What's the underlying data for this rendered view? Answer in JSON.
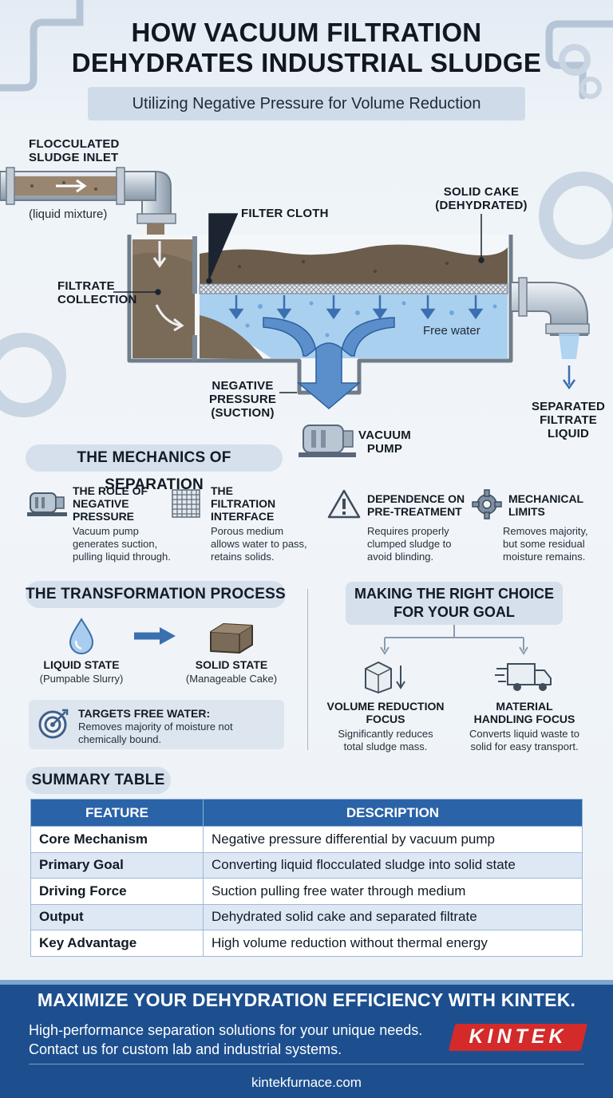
{
  "header": {
    "title_line1": "HOW VACUUM FILTRATION",
    "title_line2": "DEHYDRATES INDUSTRIAL SLUDGE",
    "subtitle": "Utilizing Negative Pressure for Volume Reduction"
  },
  "diagram": {
    "inlet_line1": "FLOCCULATED",
    "inlet_line2": "SLUDGE INLET",
    "inlet_note": "(liquid mixture)",
    "filter_cloth": "FILTER CLOTH",
    "cake_line1": "SOLID CAKE",
    "cake_line2": "(DEHYDRATED)",
    "filtrate_line1": "FILTRATE",
    "filtrate_line2": "COLLECTION",
    "free_water": "Free water",
    "negative_line1": "NEGATIVE",
    "negative_line2": "PRESSURE",
    "negative_line3": "(SUCTION)",
    "pump_line1": "VACUUM",
    "pump_line2": "PUMP",
    "separated_line1": "SEPARATED",
    "separated_line2": "FILTRATE",
    "separated_line3": "LIQUID"
  },
  "mechanics": {
    "heading": "THE MECHANICS OF SEPARATION",
    "items": [
      {
        "title": [
          "THE ROLE OF",
          "NEGATIVE",
          "PRESSURE"
        ],
        "desc": [
          "Vacuum pump",
          "generates suction,",
          "pulling liquid through."
        ],
        "icon": "pump-icon"
      },
      {
        "title": [
          "THE",
          "FILTRATION",
          "INTERFACE"
        ],
        "desc": [
          "Porous medium",
          "allows water to pass,",
          "retains solids."
        ],
        "icon": "mesh-icon"
      },
      {
        "title": [
          "DEPENDENCE ON",
          "PRE-TREATMENT"
        ],
        "desc": [
          "Requires properly",
          "clumped sludge to",
          "avoid blinding."
        ],
        "icon": "warning-icon"
      },
      {
        "title": [
          "MECHANICAL",
          "LIMITS"
        ],
        "desc": [
          "Removes majority,",
          "but some residual",
          "moisture remains."
        ],
        "icon": "gear-icon"
      }
    ]
  },
  "transformation": {
    "heading": "THE TRANSFORMATION PROCESS",
    "liquid_title": "LIQUID STATE",
    "liquid_sub": "(Pumpable Slurry)",
    "solid_title": "SOLID STATE",
    "solid_sub": "(Manageable Cake)",
    "target_title": "TARGETS FREE WATER:",
    "target_desc_line1": "Removes majority of moisture not",
    "target_desc_line2": "chemically bound."
  },
  "choice": {
    "heading_line1": "MAKING THE RIGHT CHOICE",
    "heading_line2": "FOR YOUR GOAL",
    "left_title_line1": "VOLUME REDUCTION",
    "left_title_line2": "FOCUS",
    "left_desc_line1": "Significantly reduces",
    "left_desc_line2": "total sludge mass.",
    "right_title_line1": "MATERIAL",
    "right_title_line2": "HANDLING FOCUS",
    "right_desc_line1": "Converts liquid waste to",
    "right_desc_line2": "solid for easy transport."
  },
  "summary": {
    "heading": "SUMMARY TABLE",
    "columns": [
      "FEATURE",
      "DESCRIPTION"
    ],
    "rows": [
      [
        "Core Mechanism",
        "Negative pressure differential by vacuum pump"
      ],
      [
        "Primary Goal",
        "Converting liquid flocculated sludge into solid state"
      ],
      [
        "Driving Force",
        "Suction pulling free water through medium"
      ],
      [
        "Output",
        "Dehydrated solid cake and separated filtrate"
      ],
      [
        "Key Advantage",
        "High volume reduction without thermal energy"
      ]
    ]
  },
  "footer": {
    "title": "MAXIMIZE YOUR DEHYDRATION EFFICIENCY WITH KINTEK.",
    "line1": "High-performance separation solutions for your unique needs.",
    "line2": "Contact us for custom lab and industrial systems.",
    "logo": "KINTEK",
    "url": "kintekfurnace.com"
  },
  "colors": {
    "accent_blue": "#2a63a8",
    "footer_blue": "#1d4f8f",
    "logo_red": "#d42a2a",
    "water_blue": "#9fc8ec",
    "sludge_brown": "#7a6a58"
  }
}
